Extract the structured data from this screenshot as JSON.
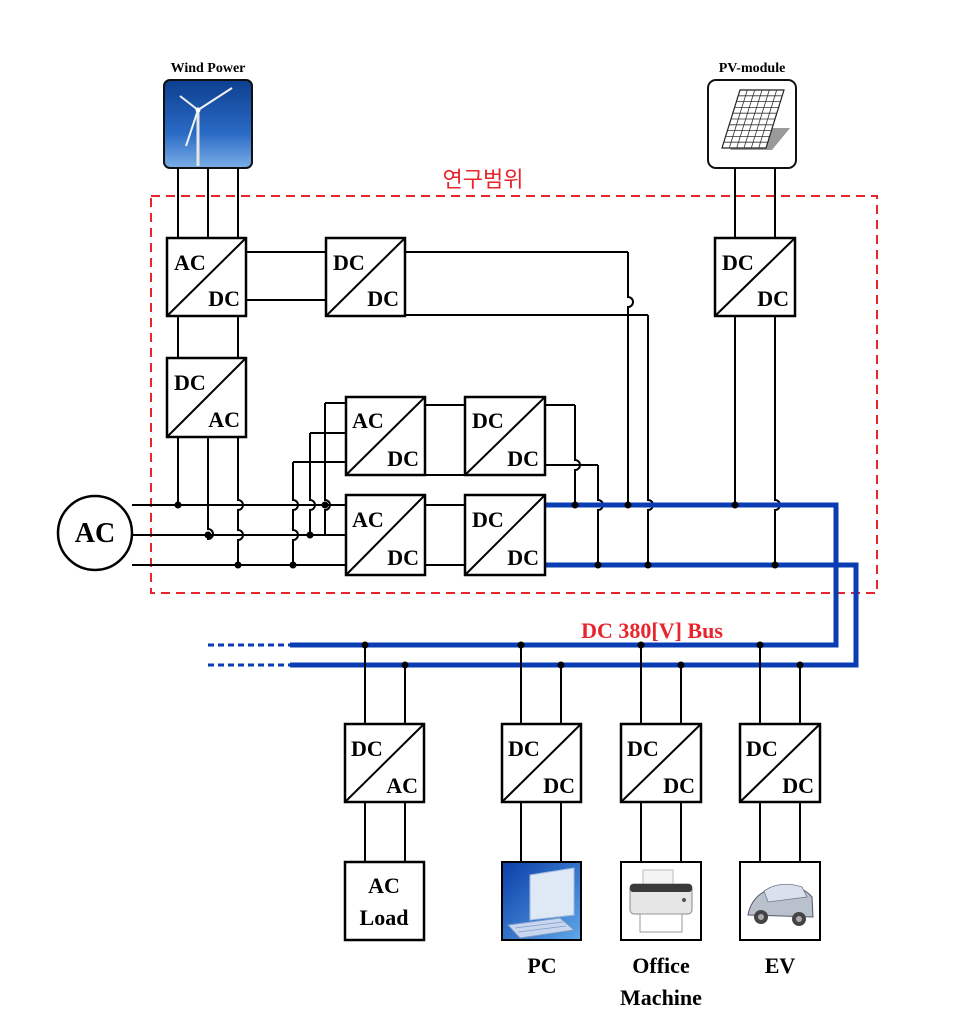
{
  "sources": {
    "wind_label": "Wind Power",
    "pv_label": "PV-module",
    "ac_grid_label": "AC"
  },
  "research_scope_label": "연구범위",
  "bus_label": "DC 380[V] Bus",
  "converters": {
    "wind_acdc": {
      "top": "AC",
      "bottom": "DC"
    },
    "wind_dcdc": {
      "top": "DC",
      "bottom": "DC"
    },
    "wind_dcac": {
      "top": "DC",
      "bottom": "AC"
    },
    "pv_dcdc": {
      "top": "DC",
      "bottom": "DC"
    },
    "grid_acdc_1": {
      "top": "AC",
      "bottom": "DC"
    },
    "grid_dcdc_1": {
      "top": "DC",
      "bottom": "DC"
    },
    "grid_acdc_2": {
      "top": "AC",
      "bottom": "DC"
    },
    "grid_dcdc_2": {
      "top": "DC",
      "bottom": "DC"
    },
    "load_dcac": {
      "top": "DC",
      "bottom": "AC"
    },
    "pc_dcdc": {
      "top": "DC",
      "bottom": "DC"
    },
    "office_dcdc": {
      "top": "DC",
      "bottom": "DC"
    },
    "ev_dcdc": {
      "top": "DC",
      "bottom": "DC"
    }
  },
  "loads": {
    "ac_load_line1": "AC",
    "ac_load_line2": "Load",
    "pc_label": "PC",
    "office_line1": "Office",
    "office_line2": "Machine",
    "ev_label": "EV"
  },
  "colors": {
    "bus": "#0a3cb4",
    "scope_border": "#e8252c",
    "label_red": "#e8252c"
  }
}
